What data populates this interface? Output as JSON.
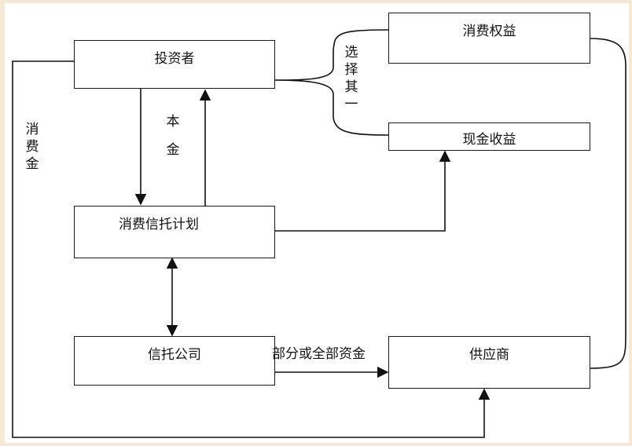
{
  "boxes": {
    "investor": "投资者",
    "consumption_rights": "消费权益",
    "cash_returns": "现金收益",
    "trust_plan": "消费信托计划",
    "trust_company": "信托公司",
    "supplier": "供应商"
  },
  "labels": {
    "principal_1": "本",
    "principal_2": "金",
    "consumption_fund_1": "消",
    "consumption_fund_2": "费",
    "consumption_fund_3": "金",
    "choose_1": "选",
    "choose_2": "择",
    "choose_3": "其",
    "choose_4": "一",
    "partial_or_all_funds": "部分或全部资金"
  }
}
